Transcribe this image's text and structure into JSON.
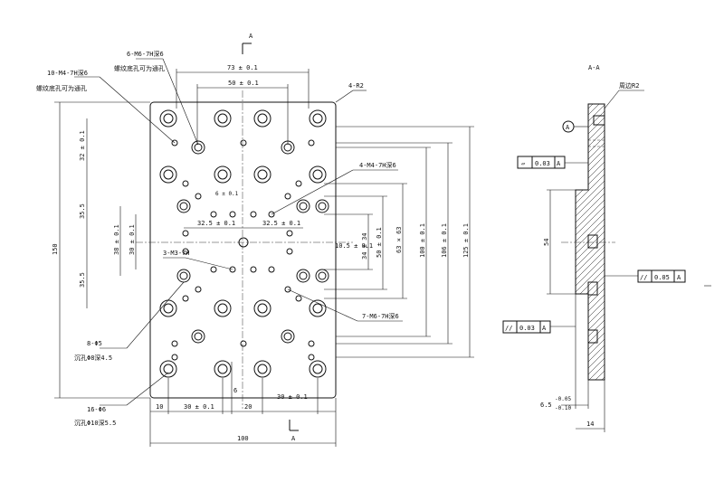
{
  "drawing": {
    "front_view": {
      "section_mark_top": "A",
      "section_mark_bottom": "A",
      "corner_note": "4-R2",
      "callouts": {
        "m4_through": "10-M4-7H深6",
        "m4_through_note": "螺纹底孔可为通孔",
        "m6_through": "6-M6-7H深6",
        "m6_through_note": "螺纹底孔可为通孔",
        "m4_right": "4-M4-7H深6",
        "m3": "3-M3-7H",
        "m6_right": "7-M6-7H深6",
        "phi5": "8-Φ5",
        "phi5_counterbore": "沉孔Φ8深4.5",
        "phi6": "16-Φ6",
        "phi6_counterbore": "沉孔Φ10深5.5"
      },
      "dimensions": {
        "top_73": "73 ± 0.1",
        "top_50": "50 ± 0.1",
        "inner_6": "6 ± 0.1",
        "mid_32_5_left": "32.5 ± 0.1",
        "mid_32_5_right": "32.5 ± 0.1",
        "bottom_10": "10",
        "bottom_30_left": "30 ± 0.1",
        "bottom_6": "6",
        "bottom_20": "20",
        "bottom_30_right": "30 ± 0.1",
        "bottom_100": "100",
        "left_150": "150",
        "left_32": "32 ± 0.1",
        "left_35_5_top": "35.5",
        "left_35_5_bottom": "35.5",
        "left_38": "38 ± 0.1",
        "left_30": "30 ± 0.1",
        "right_10_5": "10.5 ± 0.1",
        "right_34": "34 ± 34",
        "right_50": "50 ± 0.1",
        "right_63": "63 × 63",
        "right_100": "100 ± 0.1",
        "right_106": "106 ± 0.1",
        "right_125": "125 ± 0.1"
      }
    },
    "section_view": {
      "title": "A-A",
      "edge_note": "周边R2",
      "datum": "A",
      "flatness_symbol": "▱",
      "flatness_value": "0.03",
      "flatness_datum": "A",
      "parallel_right_symbol": "//",
      "parallel_right_value": "0.05",
      "parallel_right_datum": "A",
      "parallel_left_symbol": "//",
      "parallel_left_value": "0.03",
      "parallel_left_datum": "A",
      "dim_54": "54",
      "dim_thickness": "6.5",
      "dim_thickness_upper": "-0.05",
      "dim_thickness_lower": "-0.10",
      "dim_14": "14"
    }
  }
}
